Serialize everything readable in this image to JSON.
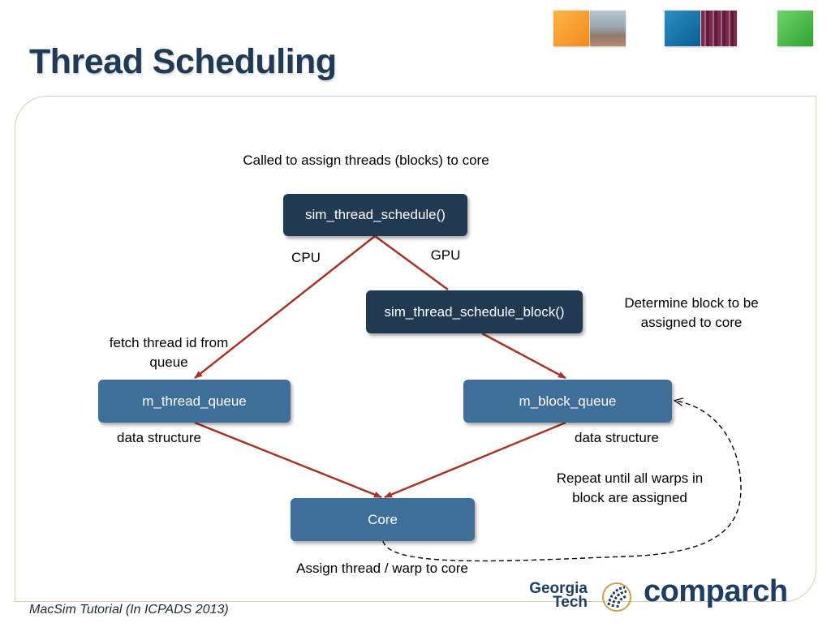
{
  "slide": {
    "title": "Thread Scheduling",
    "footer": "MacSim Tutorial (In ICPADS 2013)"
  },
  "diagram": {
    "nodes": {
      "schedule": "sim_thread_schedule()",
      "schedule_block": "sim_thread_schedule_block()",
      "thread_queue": "m_thread_queue",
      "block_queue": "m_block_queue",
      "core": "Core"
    },
    "labels": {
      "called": "Called to assign threads (blocks) to core",
      "cpu": "CPU",
      "gpu": "GPU",
      "determine": "Determine block to be assigned to core",
      "fetch": "fetch thread id from queue",
      "data_structure_left": "data structure",
      "data_structure_right": "data structure",
      "repeat": "Repeat until all warps in block are assigned",
      "assign": "Assign thread / warp to core"
    },
    "colors": {
      "arrow": "#a5352a",
      "dark_box": "#213a52",
      "mid_box": "#3f6e98"
    }
  },
  "logos": {
    "gt_line1": "Georgia",
    "gt_line2": "Tech",
    "comparch": "comparch"
  }
}
